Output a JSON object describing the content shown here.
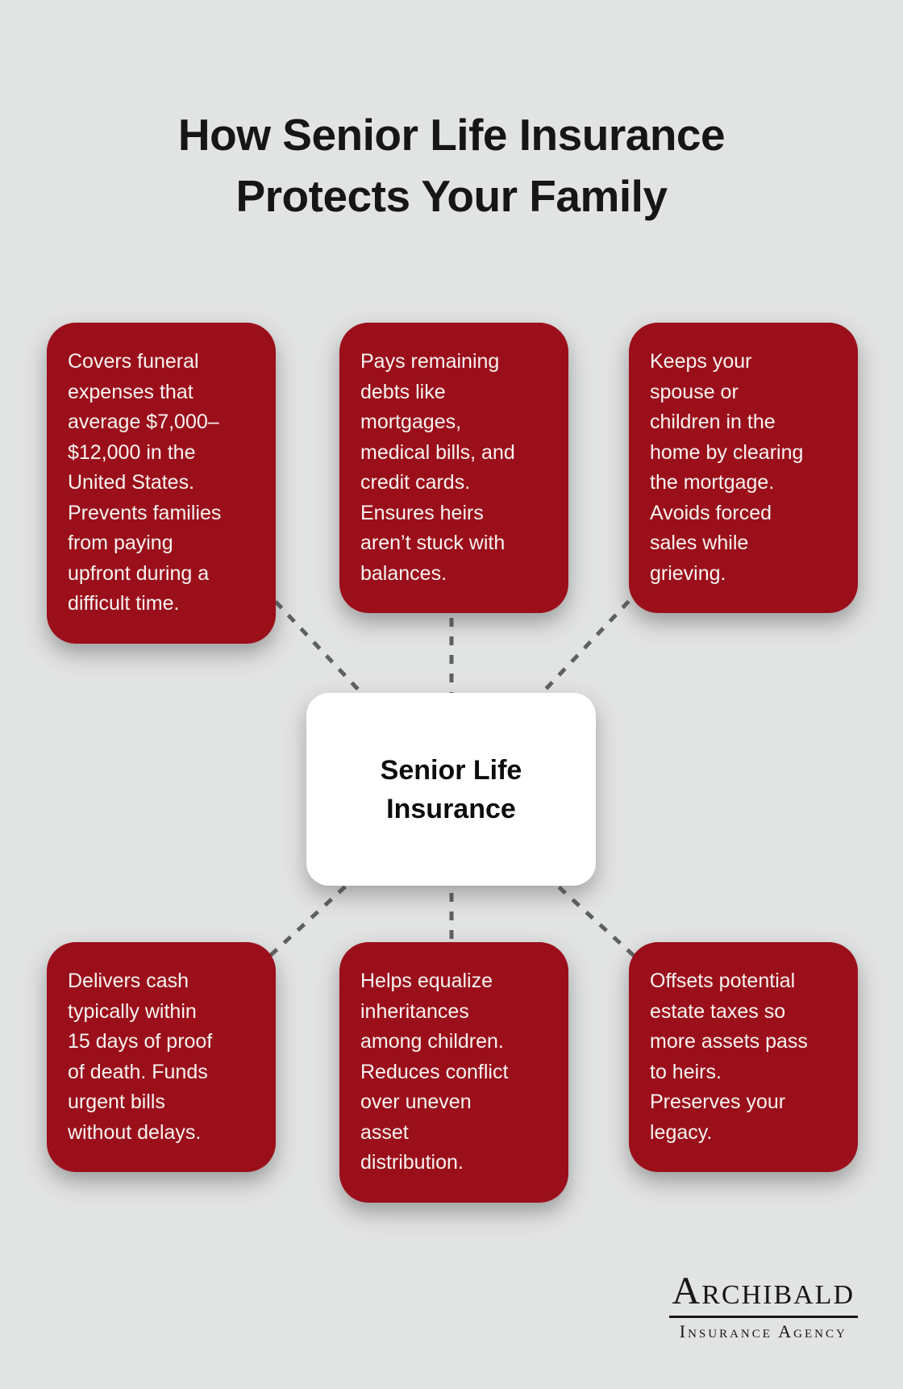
{
  "title": "How Senior Life Insurance\nProtects Your Family",
  "center": {
    "label": "Senior Life\nInsurance"
  },
  "boxes": [
    {
      "position": "top-left",
      "text": "Covers funeral\nexpenses that\naverage $7,000–\n$12,000 in the\nUnited States.\nPrevents families\nfrom paying\nupfront during a\ndifficult time."
    },
    {
      "position": "top-middle",
      "text": "Pays remaining\ndebts like\nmortgages,\nmedical bills, and\ncredit cards.\nEnsures heirs\naren’t stuck with\nbalances."
    },
    {
      "position": "top-right",
      "text": "Keeps your\nspouse or\nchildren in the\nhome by clearing\nthe mortgage.\nAvoids forced\nsales while\ngrieving."
    },
    {
      "position": "bottom-left",
      "text": "Delivers cash\ntypically within\n15 days of proof\nof death. Funds\nurgent bills\nwithout delays."
    },
    {
      "position": "bottom-middle",
      "text": "Helps equalize\ninheritances\namong children.\nReduces conflict\nover uneven\nasset\ndistribution."
    },
    {
      "position": "bottom-right",
      "text": "Offsets potential\nestate taxes so\nmore assets pass\nto heirs.\nPreserves your\nlegacy."
    }
  ],
  "logo": {
    "name": "Archibald",
    "tagline": "Insurance Agency"
  },
  "colors": {
    "background": "#E2E3E3",
    "box_red": "#9B0F1A",
    "box_text": "#F7F3F2",
    "center_bg": "#FFFFFF",
    "title_text": "#161616",
    "connector_gray": "#5F6161"
  }
}
